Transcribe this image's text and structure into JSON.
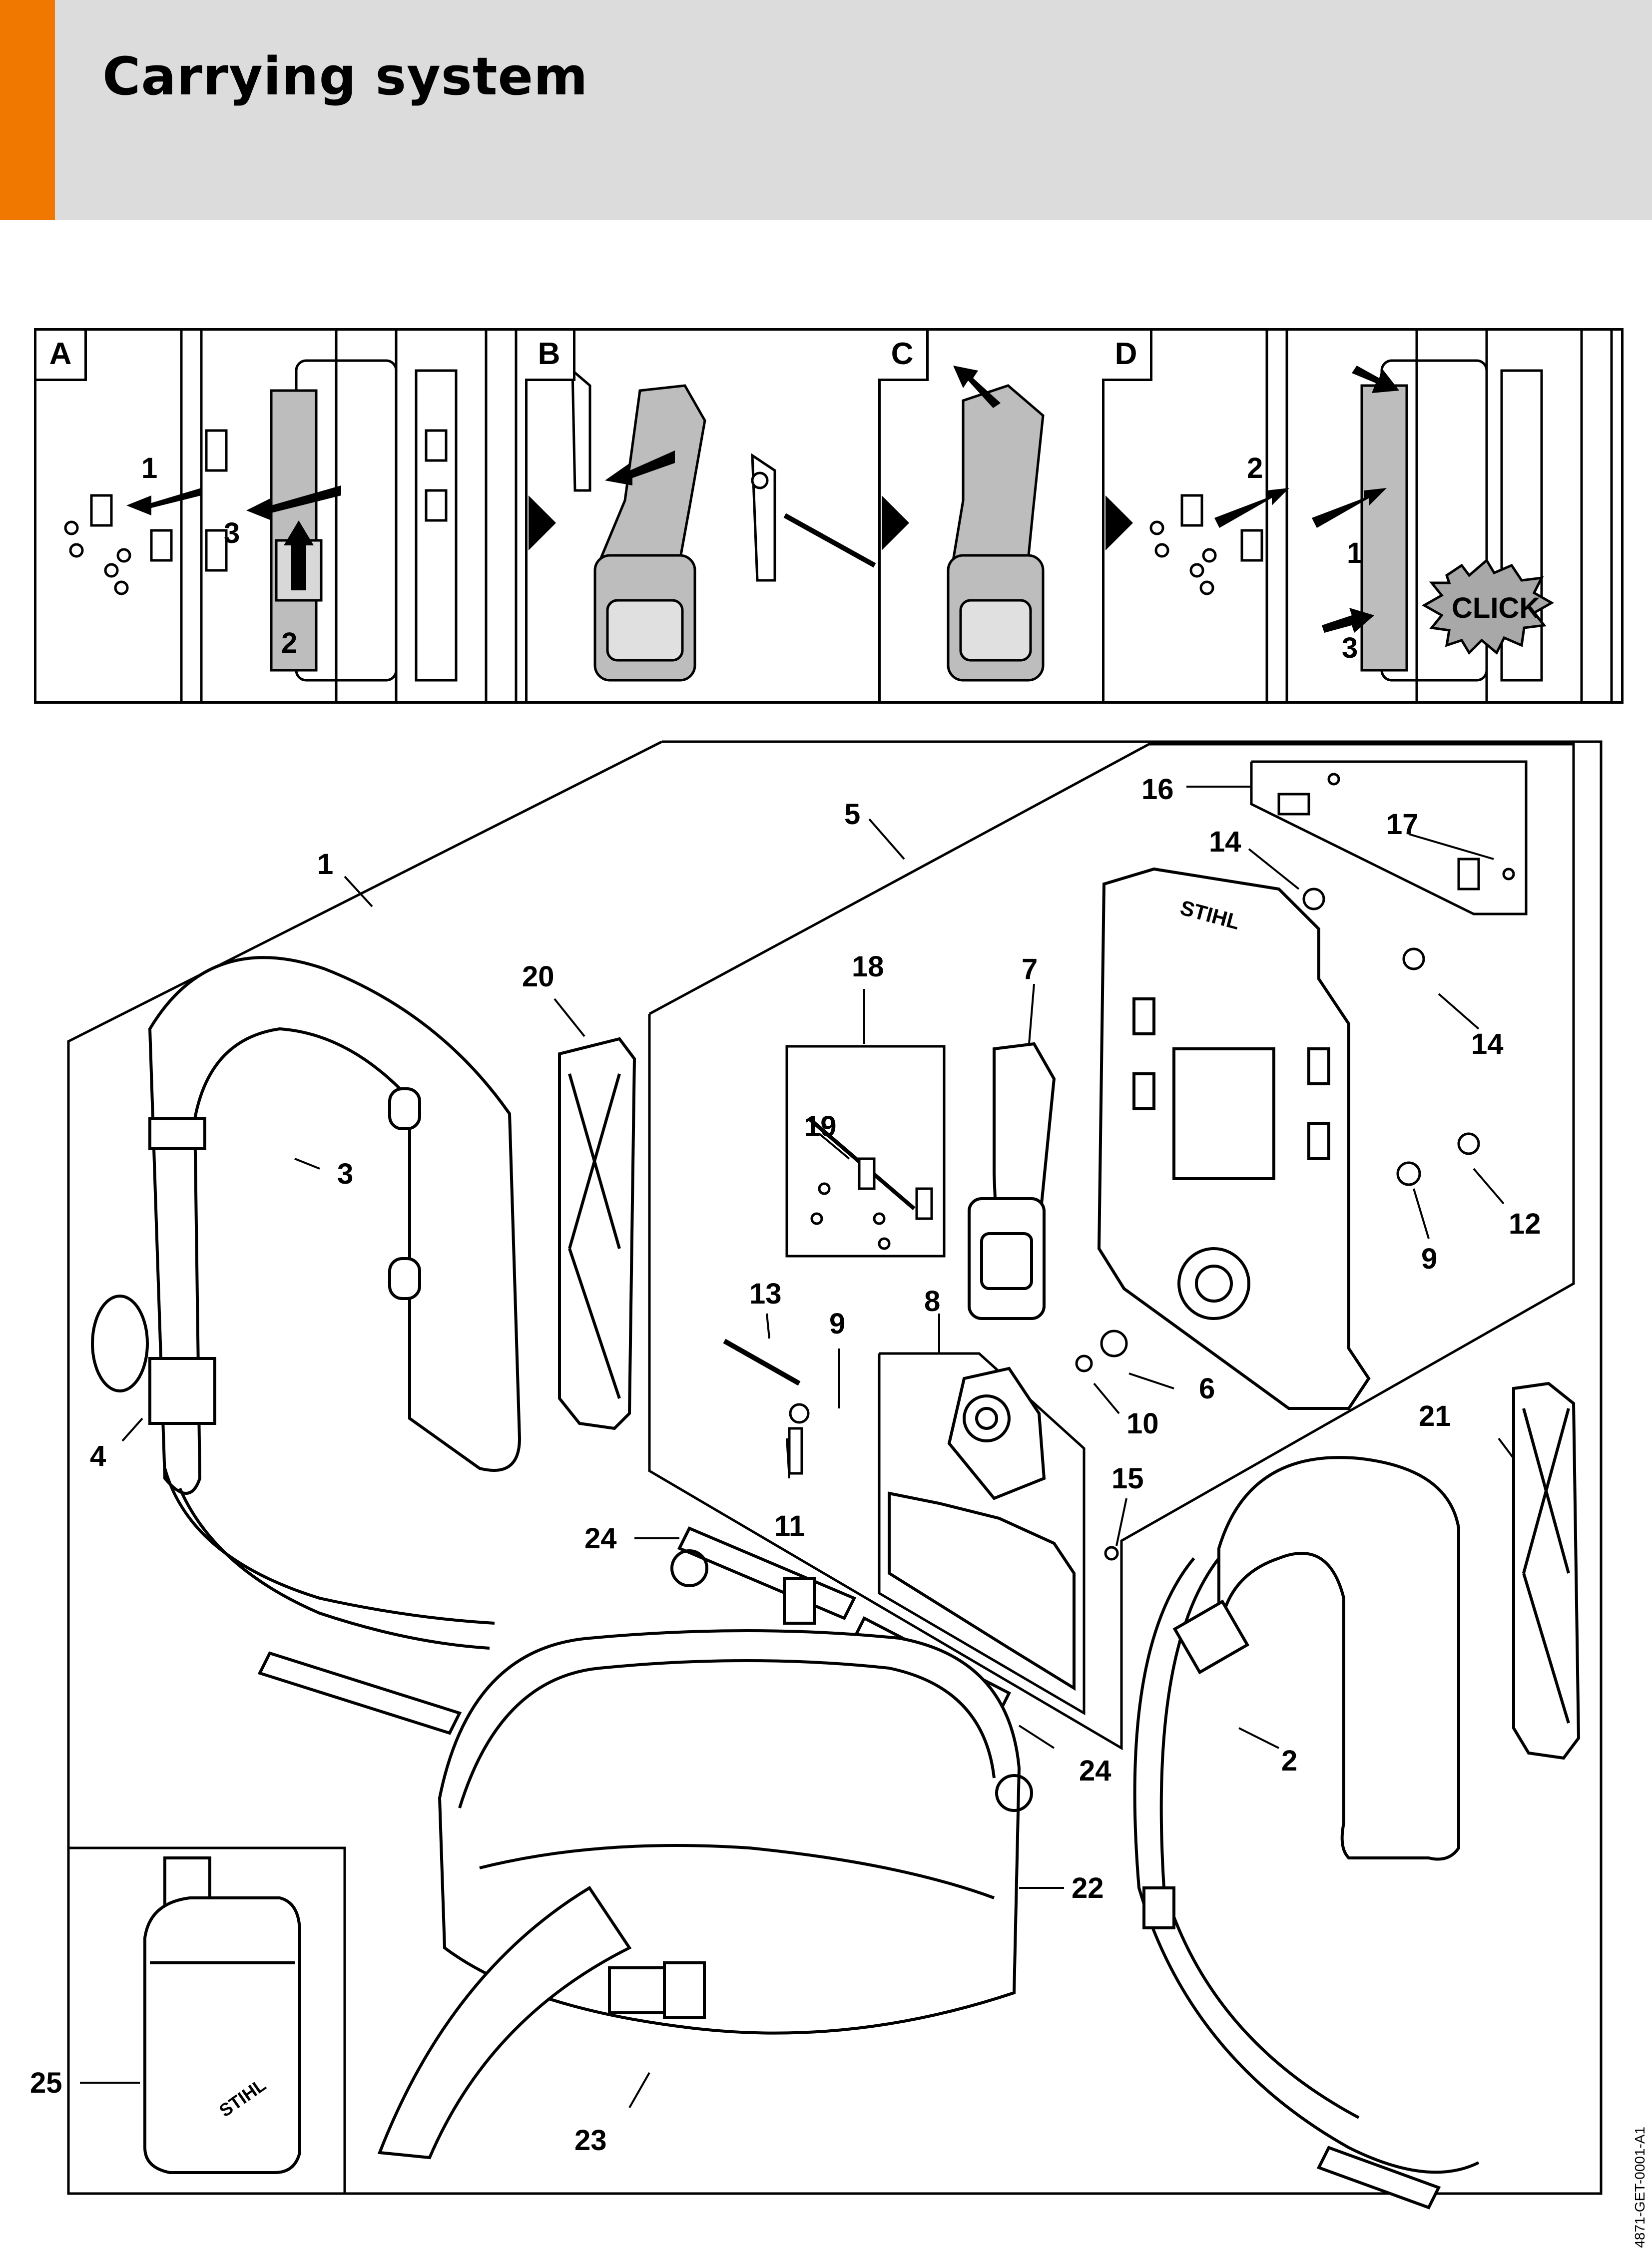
{
  "header": {
    "title": "Carrying system",
    "accent_color": "#f07800",
    "band_color": "#dcdcdc"
  },
  "steps": {
    "panels": [
      {
        "letter": "A",
        "callouts": [
          "1",
          "3",
          "2"
        ]
      },
      {
        "letter": "B"
      },
      {
        "letter": "C"
      },
      {
        "letter": "D",
        "callouts": [
          "2",
          "1",
          "3"
        ],
        "click_label": "CLICK"
      }
    ]
  },
  "diagram": {
    "callouts": [
      "1",
      "2",
      "3",
      "4",
      "5",
      "6",
      "7",
      "8",
      "9",
      "9",
      "10",
      "11",
      "12",
      "13",
      "14",
      "14",
      "15",
      "16",
      "17",
      "18",
      "19",
      "20",
      "21",
      "22",
      "23",
      "24",
      "24",
      "25"
    ]
  },
  "footer": {
    "reference": "4871-GET-0001-A1"
  }
}
